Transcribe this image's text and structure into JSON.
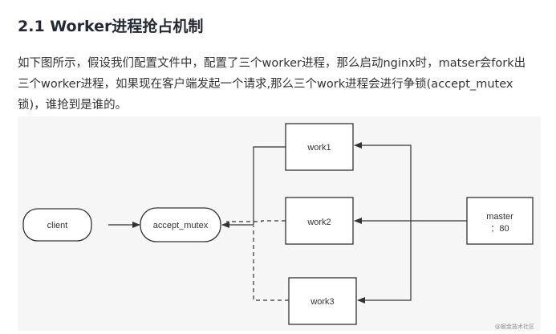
{
  "heading": "2.1 Worker进程抢占机制",
  "paragraph": {
    "lines": [
      "如下图所示，假设我们配置文件中，配置了三个worker进程，那么启动nginx时，matser会fork出",
      "三个worker进程，如果现在客户端发起一个请求,那么三个work进程会进行争锁(accept_mutex",
      "锁)，谁抢到是谁的。"
    ]
  },
  "diagram": {
    "nodes": {
      "client": "client",
      "accept_mutex": "accept_mutex",
      "work1": "work1",
      "work2": "work2",
      "work3": "work3",
      "master_line1": "master",
      "master_line2": "：80"
    },
    "watermark": "@掘金技术社区"
  },
  "colors": {
    "figure_background": "#f6f6f6",
    "node_fill": "#ffffff",
    "stroke": "#333333"
  }
}
